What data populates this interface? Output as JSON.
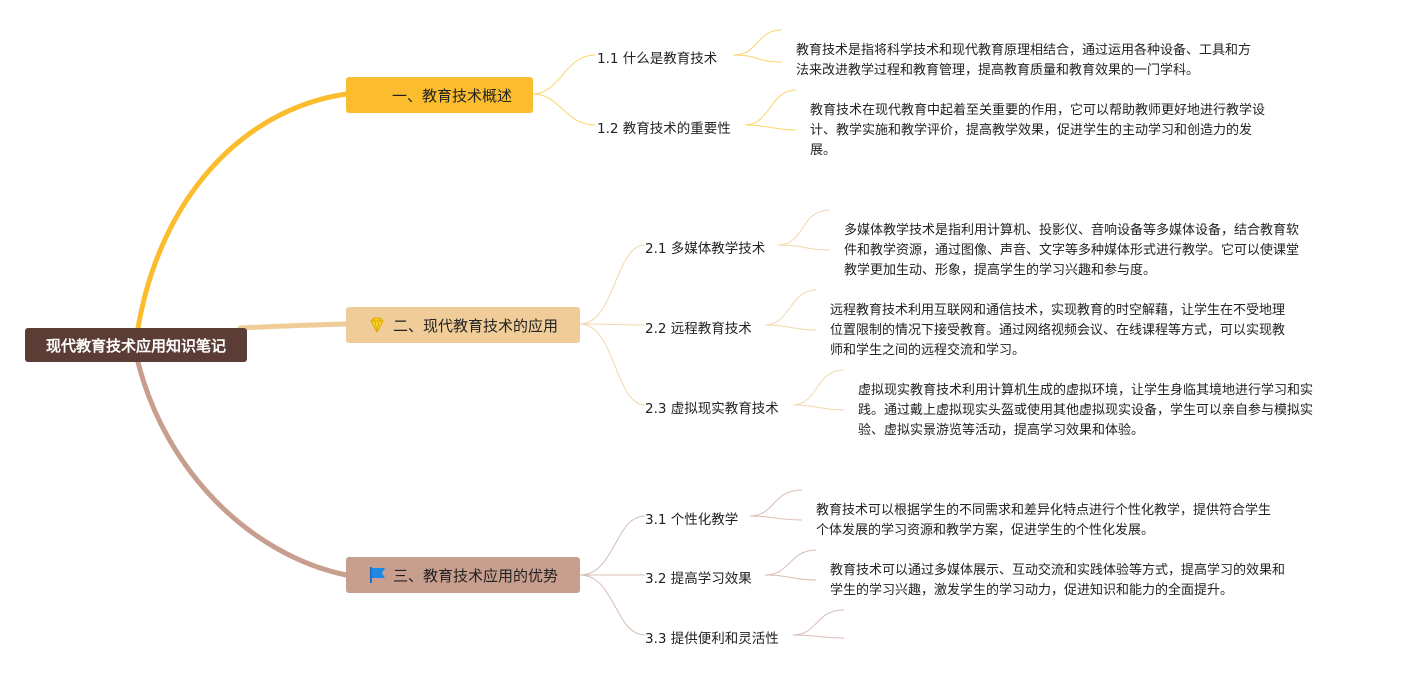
{
  "root": {
    "label": "现代教育技术应用知识笔记"
  },
  "topics": [
    {
      "label": "一、教育技术概述",
      "icon": "none",
      "color": "#fbbd2e",
      "subs": [
        {
          "label": "1.1 什么是教育技术",
          "note": "教育技术是指将科学技术和现代教育原理相结合，通过运用各种设备、工具和方\n法来改进教学过程和教育管理，提高教育质量和教育效果的一门学科。"
        },
        {
          "label": "1.2 教育技术的重要性",
          "note": "教育技术在现代教育中起着至关重要的作用，它可以帮助教师更好地进行教学设\n计、教学实施和教学评价，提高教学效果，促进学生的主动学习和创造力的发\n展。"
        }
      ]
    },
    {
      "label": "二、现代教育技术的应用",
      "icon": "diamond-icon",
      "color": "#f0cd98",
      "subs": [
        {
          "label": "2.1 多媒体教学技术",
          "note": "多媒体教学技术是指利用计算机、投影仪、音响设备等多媒体设备，结合教育软\n件和教学资源，通过图像、声音、文字等多种媒体形式进行教学。它可以使课堂\n教学更加生动、形象，提高学生的学习兴趣和参与度。"
        },
        {
          "label": "2.2 远程教育技术",
          "note": "远程教育技术利用互联网和通信技术，实现教育的时空解藉，让学生在不受地理\n位置限制的情况下接受教育。通过网络视频会议、在线课程等方式，可以实现教\n师和学生之间的远程交流和学习。"
        },
        {
          "label": "2.3 虚拟现实教育技术",
          "note": "虚拟现实教育技术利用计算机生成的虚拟环境，让学生身临其境地进行学习和实\n践。通过戴上虚拟现实头盔或使用其他虚拟现实设备，学生可以亲自参与模拟实\n验、虚拟实景游览等活动，提高学习效果和体验。"
        }
      ]
    },
    {
      "label": "三、教育技术应用的优势",
      "icon": "flag-icon",
      "color": "#c89f8f",
      "subs": [
        {
          "label": "3.1 个性化教学",
          "note": "教育技术可以根据学生的不同需求和差异化特点进行个性化教学，提供符合学生\n个体发展的学习资源和教学方案，促进学生的个性化发展。"
        },
        {
          "label": "3.2 提高学习效果",
          "note": "教育技术可以通过多媒体展示、互动交流和实践体验等方式，提高学习的效果和\n学生的学习兴趣，激发学生的学习动力，促进知识和能力的全面提升。"
        },
        {
          "label": "3.3 提供便利和灵活性",
          "note": ""
        }
      ]
    }
  ]
}
